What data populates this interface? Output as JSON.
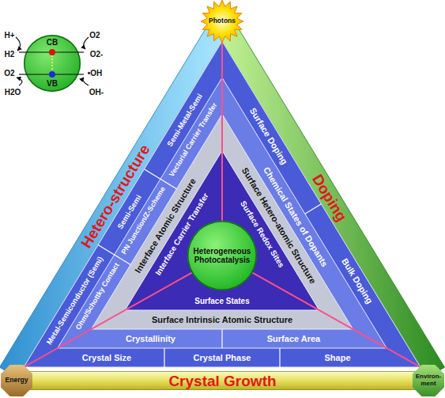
{
  "diagram": {
    "nodes": [
      {
        "text": [
          "CB",
          "VB"
        ]
      },
      {
        "text": [
          "Photons"
        ]
      },
      {
        "text": [
          "Hetero-structure"
        ]
      },
      {
        "text": [
          "Doping"
        ]
      },
      {
        "text": [
          "Heterogeneous Photocatalysis"
        ]
      },
      {
        "text": [
          "Energy"
        ]
      },
      {
        "text": [
          "Crystal Growth"
        ]
      },
      {
        "text": [
          "Environ- ment"
        ]
      }
    ],
    "labels": [
      "H+",
      "H2",
      "O2",
      "O2-",
      "O2",
      "H2O",
      "•OH",
      "OH-",
      "Semi-Metal-Semi",
      "Vectorial Carrier Transfer",
      "Semi-Semi",
      "PN Junction/Z-Scheme",
      "Metal-Semiconductor (Semi)",
      "Ohm/Schottky Contact",
      "Interface Atomic Structure",
      "Interface Carrier Transfer",
      "Surface Doping",
      "Chemical States of Dopants",
      "Bulk Doping",
      "Surface Hetero-atomic Structure",
      "Surface Redox Sites",
      "Surface States",
      "Surface Intrinsic Atomic Structure",
      "Crystallinity",
      "Surface Area",
      "Crystal Size",
      "Crystal Phase",
      "Shape"
    ]
  }
}
